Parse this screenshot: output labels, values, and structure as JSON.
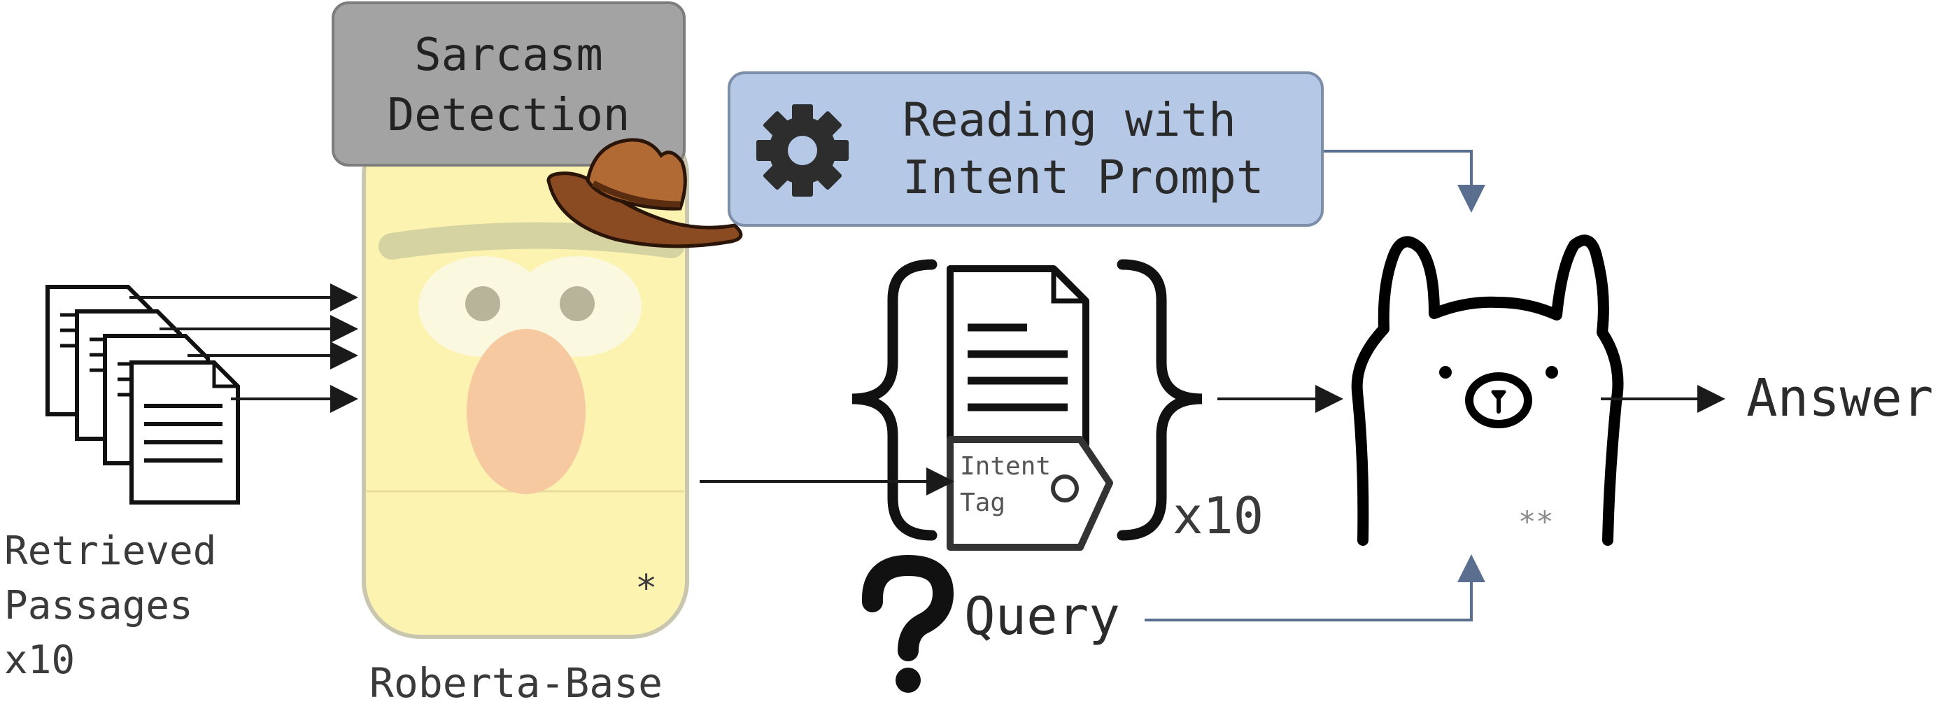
{
  "sarcasm_box": {
    "line1": "Sarcasm",
    "line2": "Detection",
    "icon": "cowboy-hat-icon"
  },
  "prompt_box": {
    "line1": "Reading with",
    "line2": "Intent Prompt",
    "icon": "gear-icon"
  },
  "passages": {
    "line1": "Retrieved",
    "line2": "Passages",
    "line3": "x10",
    "icon": "document-stack-icon"
  },
  "model": {
    "name": "Roberta-Base",
    "marker": "*",
    "icon": "muppet-face-icon"
  },
  "intent_doc": {
    "tag_line1": "Intent",
    "tag_line2": "Tag",
    "multiplier": "x10",
    "icon": "document-with-tag-icon"
  },
  "query": {
    "label": "Query",
    "icon": "question-mark-icon"
  },
  "llm": {
    "marker": "**",
    "icon": "llama-icon"
  },
  "output": {
    "label": "Answer"
  },
  "colors": {
    "sarcasm_box": "#a3a3a3",
    "prompt_box": "#b5c8e6",
    "model_face": "#fdf3b0",
    "nose": "#f7c9a0",
    "arrow_blue": "#5a6f8f"
  }
}
